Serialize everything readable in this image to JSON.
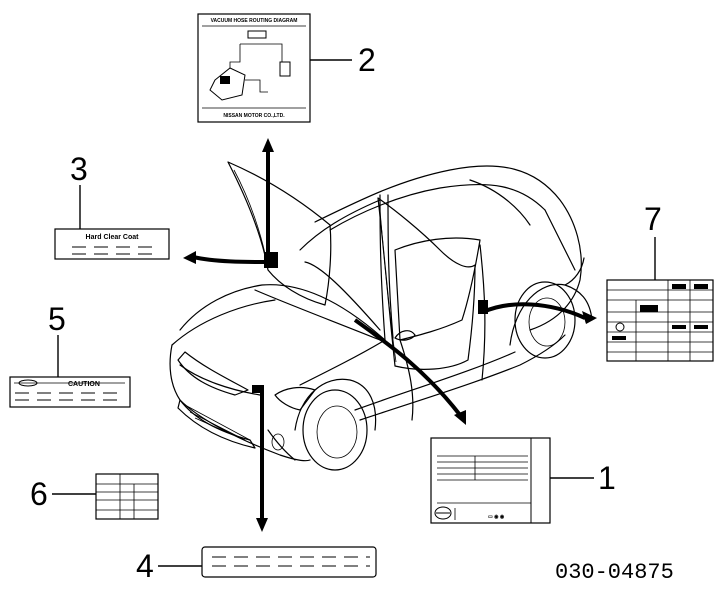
{
  "callouts": {
    "c1": "1",
    "c2": "2",
    "c3": "3",
    "c4": "4",
    "c5": "5",
    "c6": "6",
    "c7": "7"
  },
  "part_number": "030-04875",
  "labels": {
    "vacuum_title": "VACUUM HOSE ROUTING DIAGRAM",
    "vacuum_footer": "NISSAN MOTOR CO.,LTD.",
    "hard_clear_coat": "Hard Clear Coat",
    "caution": "CAUTION"
  }
}
